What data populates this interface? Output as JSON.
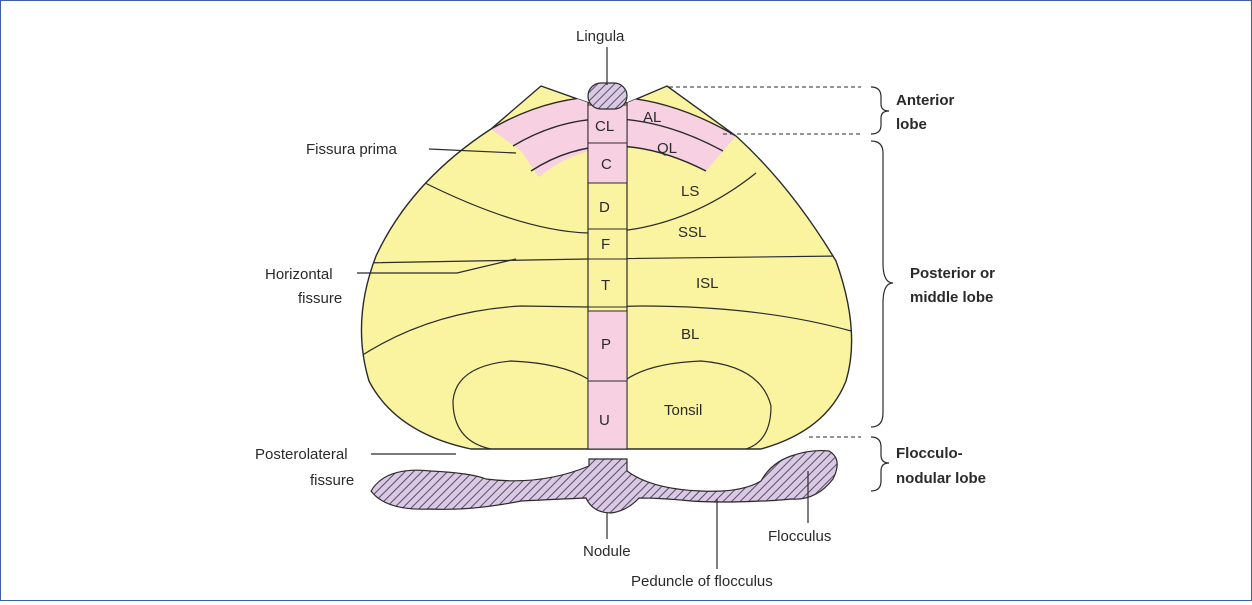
{
  "diagram": {
    "labels": {
      "lingula": "Lingula",
      "fissura_prima": "Fissura prima",
      "horizontal_fissure": [
        "Horizontal",
        "fissure"
      ],
      "posterolateral_fissure": [
        "Posterolateral",
        "fissure"
      ],
      "nodule": "Nodule",
      "flocculus": "Flocculus",
      "peduncle_of_flocculus": "Peduncle of flocculus"
    },
    "vermis_segments": {
      "cl": "CL",
      "c": "C",
      "d": "D",
      "f": "F",
      "t": "T",
      "p": "P",
      "u": "U"
    },
    "hemisphere_segments": {
      "al": "AL",
      "ql": "QL",
      "ls": "LS",
      "ssl": "SSL",
      "isl": "ISL",
      "bl": "BL",
      "tonsil": "Tonsil"
    },
    "lobes": {
      "anterior": [
        "Anterior",
        "lobe"
      ],
      "posterior": [
        "Posterior or",
        "middle lobe"
      ],
      "flocculonodular": [
        "Flocculo-",
        "nodular lobe"
      ]
    },
    "colors": {
      "yellow": "#faf3a0",
      "pink": "#f7d0e1",
      "pink_dark": "#ee9ec4",
      "purple": "#cdb8d9",
      "outline": "#2b2b2b"
    }
  }
}
